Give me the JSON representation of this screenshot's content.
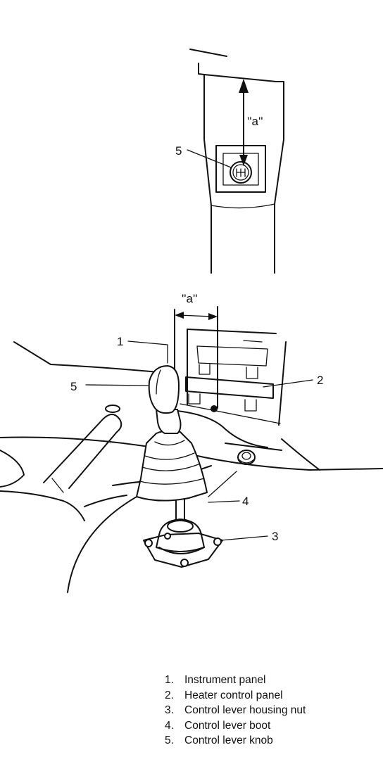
{
  "callouts": {
    "dimension_top": "''a''",
    "dimension_bottom": "''a''",
    "top_knob": "5",
    "instrument_panel": "1",
    "knob": "5",
    "heater_panel": "2",
    "boot": "4",
    "housing_nut": "3"
  },
  "legend": [
    {
      "num": "1.",
      "text": "Instrument panel"
    },
    {
      "num": "2.",
      "text": "Heater control panel"
    },
    {
      "num": "3.",
      "text": "Control lever housing nut"
    },
    {
      "num": "4.",
      "text": "Control lever boot"
    },
    {
      "num": "5.",
      "text": "Control lever knob"
    }
  ]
}
